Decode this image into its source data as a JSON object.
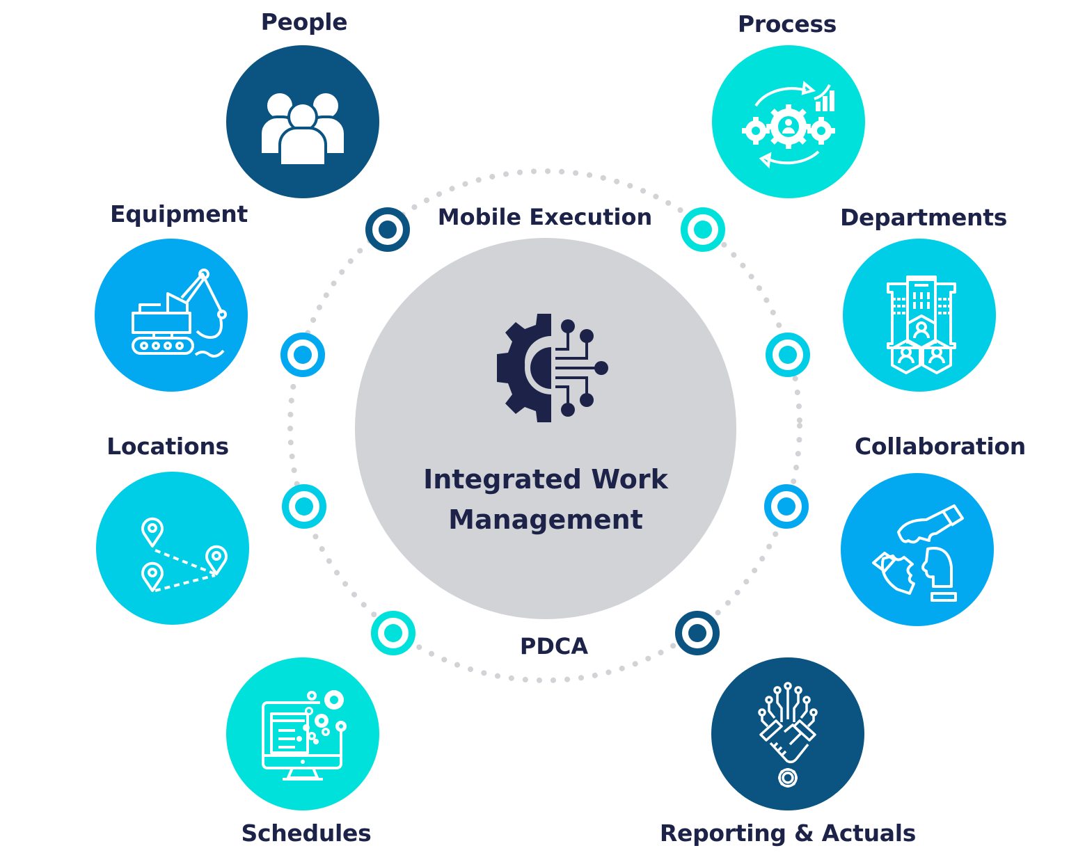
{
  "diagram": {
    "title": "Integrated Work Management",
    "title_lines": [
      "Integrated Work",
      "Management"
    ],
    "center_icon": "gear-circuit-icon",
    "ring_labels": {
      "top": "Mobile Execution",
      "bottom": "PDCA"
    },
    "colors": {
      "navy": "#0b5481",
      "teal": "#00e1dc",
      "cyan": "#00cde6",
      "blue": "#03a9f0",
      "hub_grey": "#d1d3d6",
      "text": "#1d2348",
      "dots": "#d1d3d6"
    },
    "nodes": [
      {
        "label": "People",
        "icon": "people-group-icon",
        "color": "#0b5481"
      },
      {
        "label": "Process",
        "icon": "process-gears-icon",
        "color": "#00e1dc"
      },
      {
        "label": "Equipment",
        "icon": "excavator-icon",
        "color": "#03a9f0"
      },
      {
        "label": "Departments",
        "icon": "buildings-team-icon",
        "color": "#00cde6"
      },
      {
        "label": "Locations",
        "icon": "map-pins-route-icon",
        "color": "#00cde6"
      },
      {
        "label": "Collaboration",
        "icon": "puzzle-hands-icon",
        "color": "#03a9f0"
      },
      {
        "label": "Schedules",
        "icon": "monitor-gears-icon",
        "color": "#00e1dc"
      },
      {
        "label": "Reporting & Actuals",
        "icon": "handshake-circuit-gear-icon",
        "color": "#0b5481"
      }
    ],
    "markers": [
      {
        "color": "#0b5481"
      },
      {
        "color": "#00e1dc"
      },
      {
        "color": "#03a9f0"
      },
      {
        "color": "#00cde6"
      },
      {
        "color": "#00cde6"
      },
      {
        "color": "#03a9f0"
      },
      {
        "color": "#00e1dc"
      },
      {
        "color": "#0b5481"
      }
    ]
  }
}
